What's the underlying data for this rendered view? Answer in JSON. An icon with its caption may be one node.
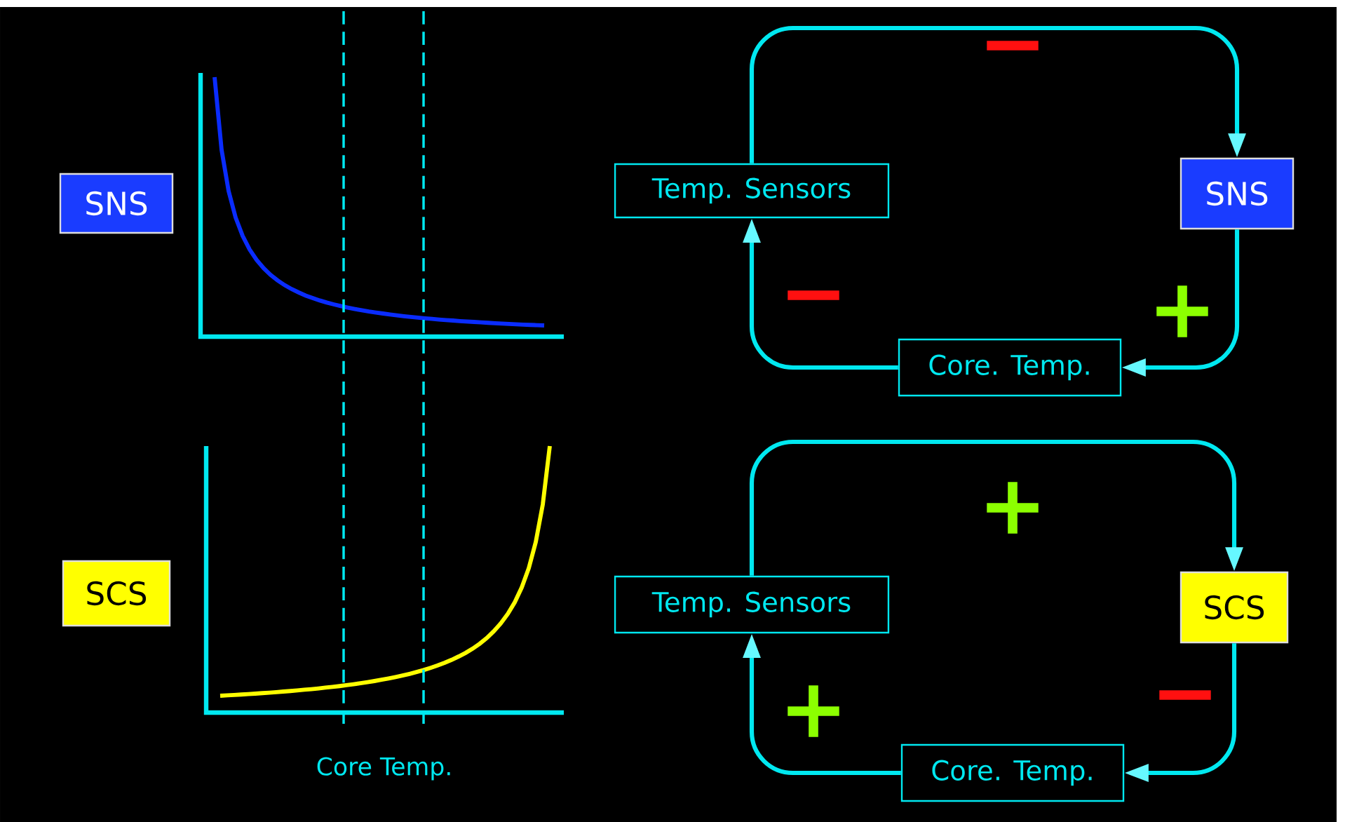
{
  "diagram": {
    "nodes": [
      {
        "text": [
          "SNS"
        ]
      },
      {
        "text": [
          "SCS"
        ]
      },
      {
        "text": [
          "Temp. Sensors"
        ]
      },
      {
        "text": [
          "SNS"
        ]
      },
      {
        "text": [
          "Core. Temp."
        ]
      },
      {
        "text": [
          "Temp. Sensors"
        ]
      },
      {
        "text": [
          "SCS"
        ]
      },
      {
        "text": [
          "Core. Temp."
        ]
      }
    ],
    "edges": [
      {
        "from": 2,
        "to": 3,
        "arrow": "to",
        "label": "−"
      },
      {
        "from": 3,
        "to": 4,
        "arrow": "to",
        "label": "+"
      },
      {
        "from": 4,
        "to": 2,
        "arrow": "to",
        "label": "−"
      },
      {
        "from": 5,
        "to": 6,
        "arrow": "to",
        "label": "+"
      },
      {
        "from": 6,
        "to": 7,
        "arrow": "to",
        "label": "−"
      },
      {
        "from": 7,
        "to": 5,
        "arrow": "to",
        "label": "+"
      }
    ],
    "labels": [
      "Core Temp."
    ]
  }
}
